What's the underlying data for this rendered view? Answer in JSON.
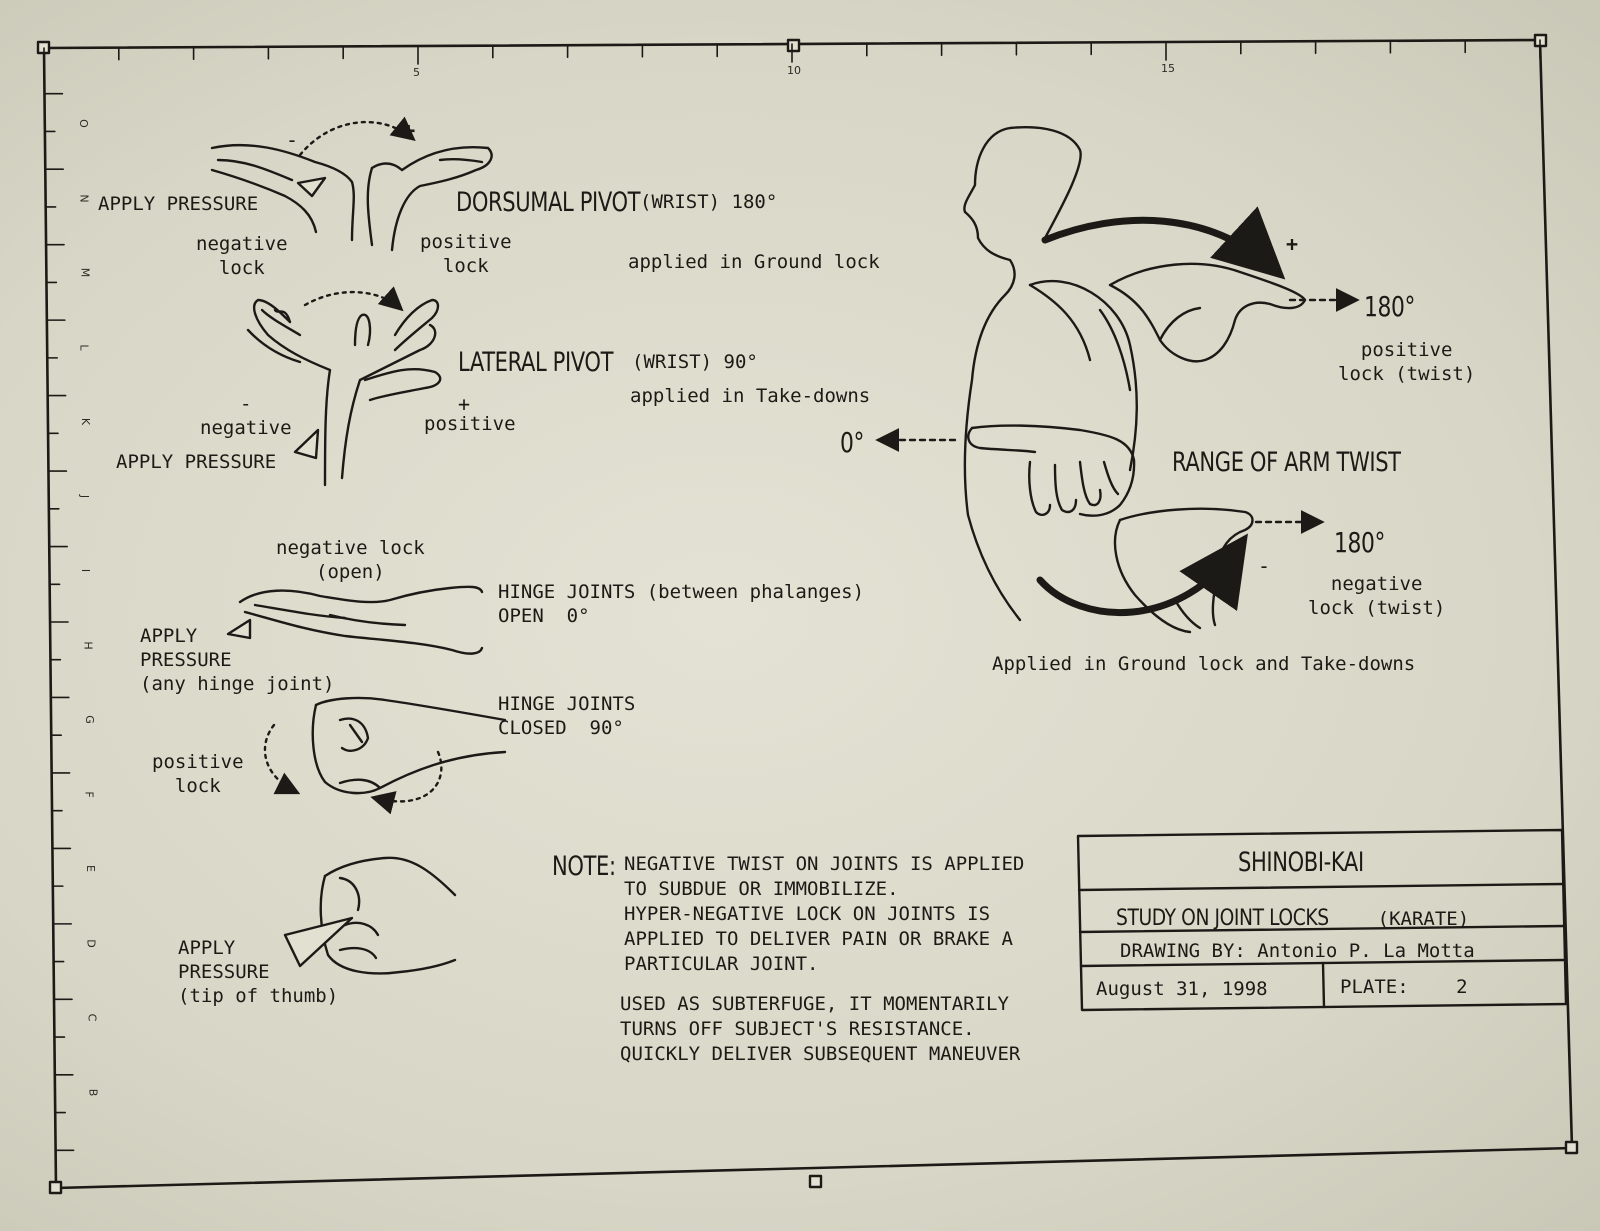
{
  "frame": {
    "scale_top": [
      "5",
      "10",
      "15"
    ],
    "scale_left": [
      "O",
      "N",
      "M",
      "L",
      "K",
      "J",
      "I",
      "H",
      "G",
      "F",
      "E",
      "D",
      "C",
      "B"
    ]
  },
  "dorsumal": {
    "title": "DORSUMAL PIVOT",
    "detail": "(WRIST) 180°",
    "apply_pressure": "APPLY PRESSURE",
    "negative": "negative\nlock",
    "positive": "positive\nlock",
    "minus": "-",
    "plus": "+",
    "applied": "applied in Ground lock"
  },
  "lateral": {
    "title": "LATERAL PIVOT",
    "detail": "(WRIST) 90°",
    "applied": "applied in Take-downs",
    "minus": "-",
    "plus": "+",
    "negative": "negative",
    "positive": "positive",
    "apply_pressure": "APPLY PRESSURE"
  },
  "hinge_open": {
    "negative_lock": "negative lock\n(open)",
    "label": "HINGE JOINTS (between phalanges)\nOPEN  0°",
    "apply_pressure": "APPLY\nPRESSURE\n(any hinge joint)"
  },
  "hinge_closed": {
    "label": "HINGE JOINTS\nCLOSED  90°",
    "positive_lock": "positive\nlock"
  },
  "thumb": {
    "apply_pressure": "APPLY\nPRESSURE\n(tip of thumb)"
  },
  "arm": {
    "top_degree": "180°",
    "top_label": "positive\nlock (twist)",
    "plus": "+",
    "zero": "0°",
    "title": "RANGE OF ARM TWIST",
    "bottom_degree": "180°",
    "minus": "-",
    "bottom_label": "negative\nlock (twist)",
    "applied": "Applied in Ground lock and Take-downs"
  },
  "note": {
    "heading": "NOTE:",
    "paragraph1": "NEGATIVE TWIST ON JOINTS IS APPLIED\nTO SUBDUE OR IMMOBILIZE.\nHYPER-NEGATIVE LOCK ON JOINTS IS\nAPPLIED TO DELIVER PAIN OR BRAKE A\nPARTICULAR JOINT.",
    "paragraph2": "USED AS SUBTERFUGE, IT MOMENTARILY\nTURNS OFF SUBJECT'S RESISTANCE.\nQUICKLY DELIVER SUBSEQUENT MANEUVER"
  },
  "title_block": {
    "name": "SHINOBI-KAI",
    "study": "STUDY ON JOINT LOCKS",
    "study_sub": "(KARATE)",
    "drawing_by_label": "DRAWING BY:",
    "drawing_by": "Antonio P. La Motta",
    "date": "August 31, 1998",
    "plate_label": "PLATE:",
    "plate": "2"
  },
  "colors": {
    "ink": "#1b1a16",
    "paper": "#e2e0d1"
  }
}
